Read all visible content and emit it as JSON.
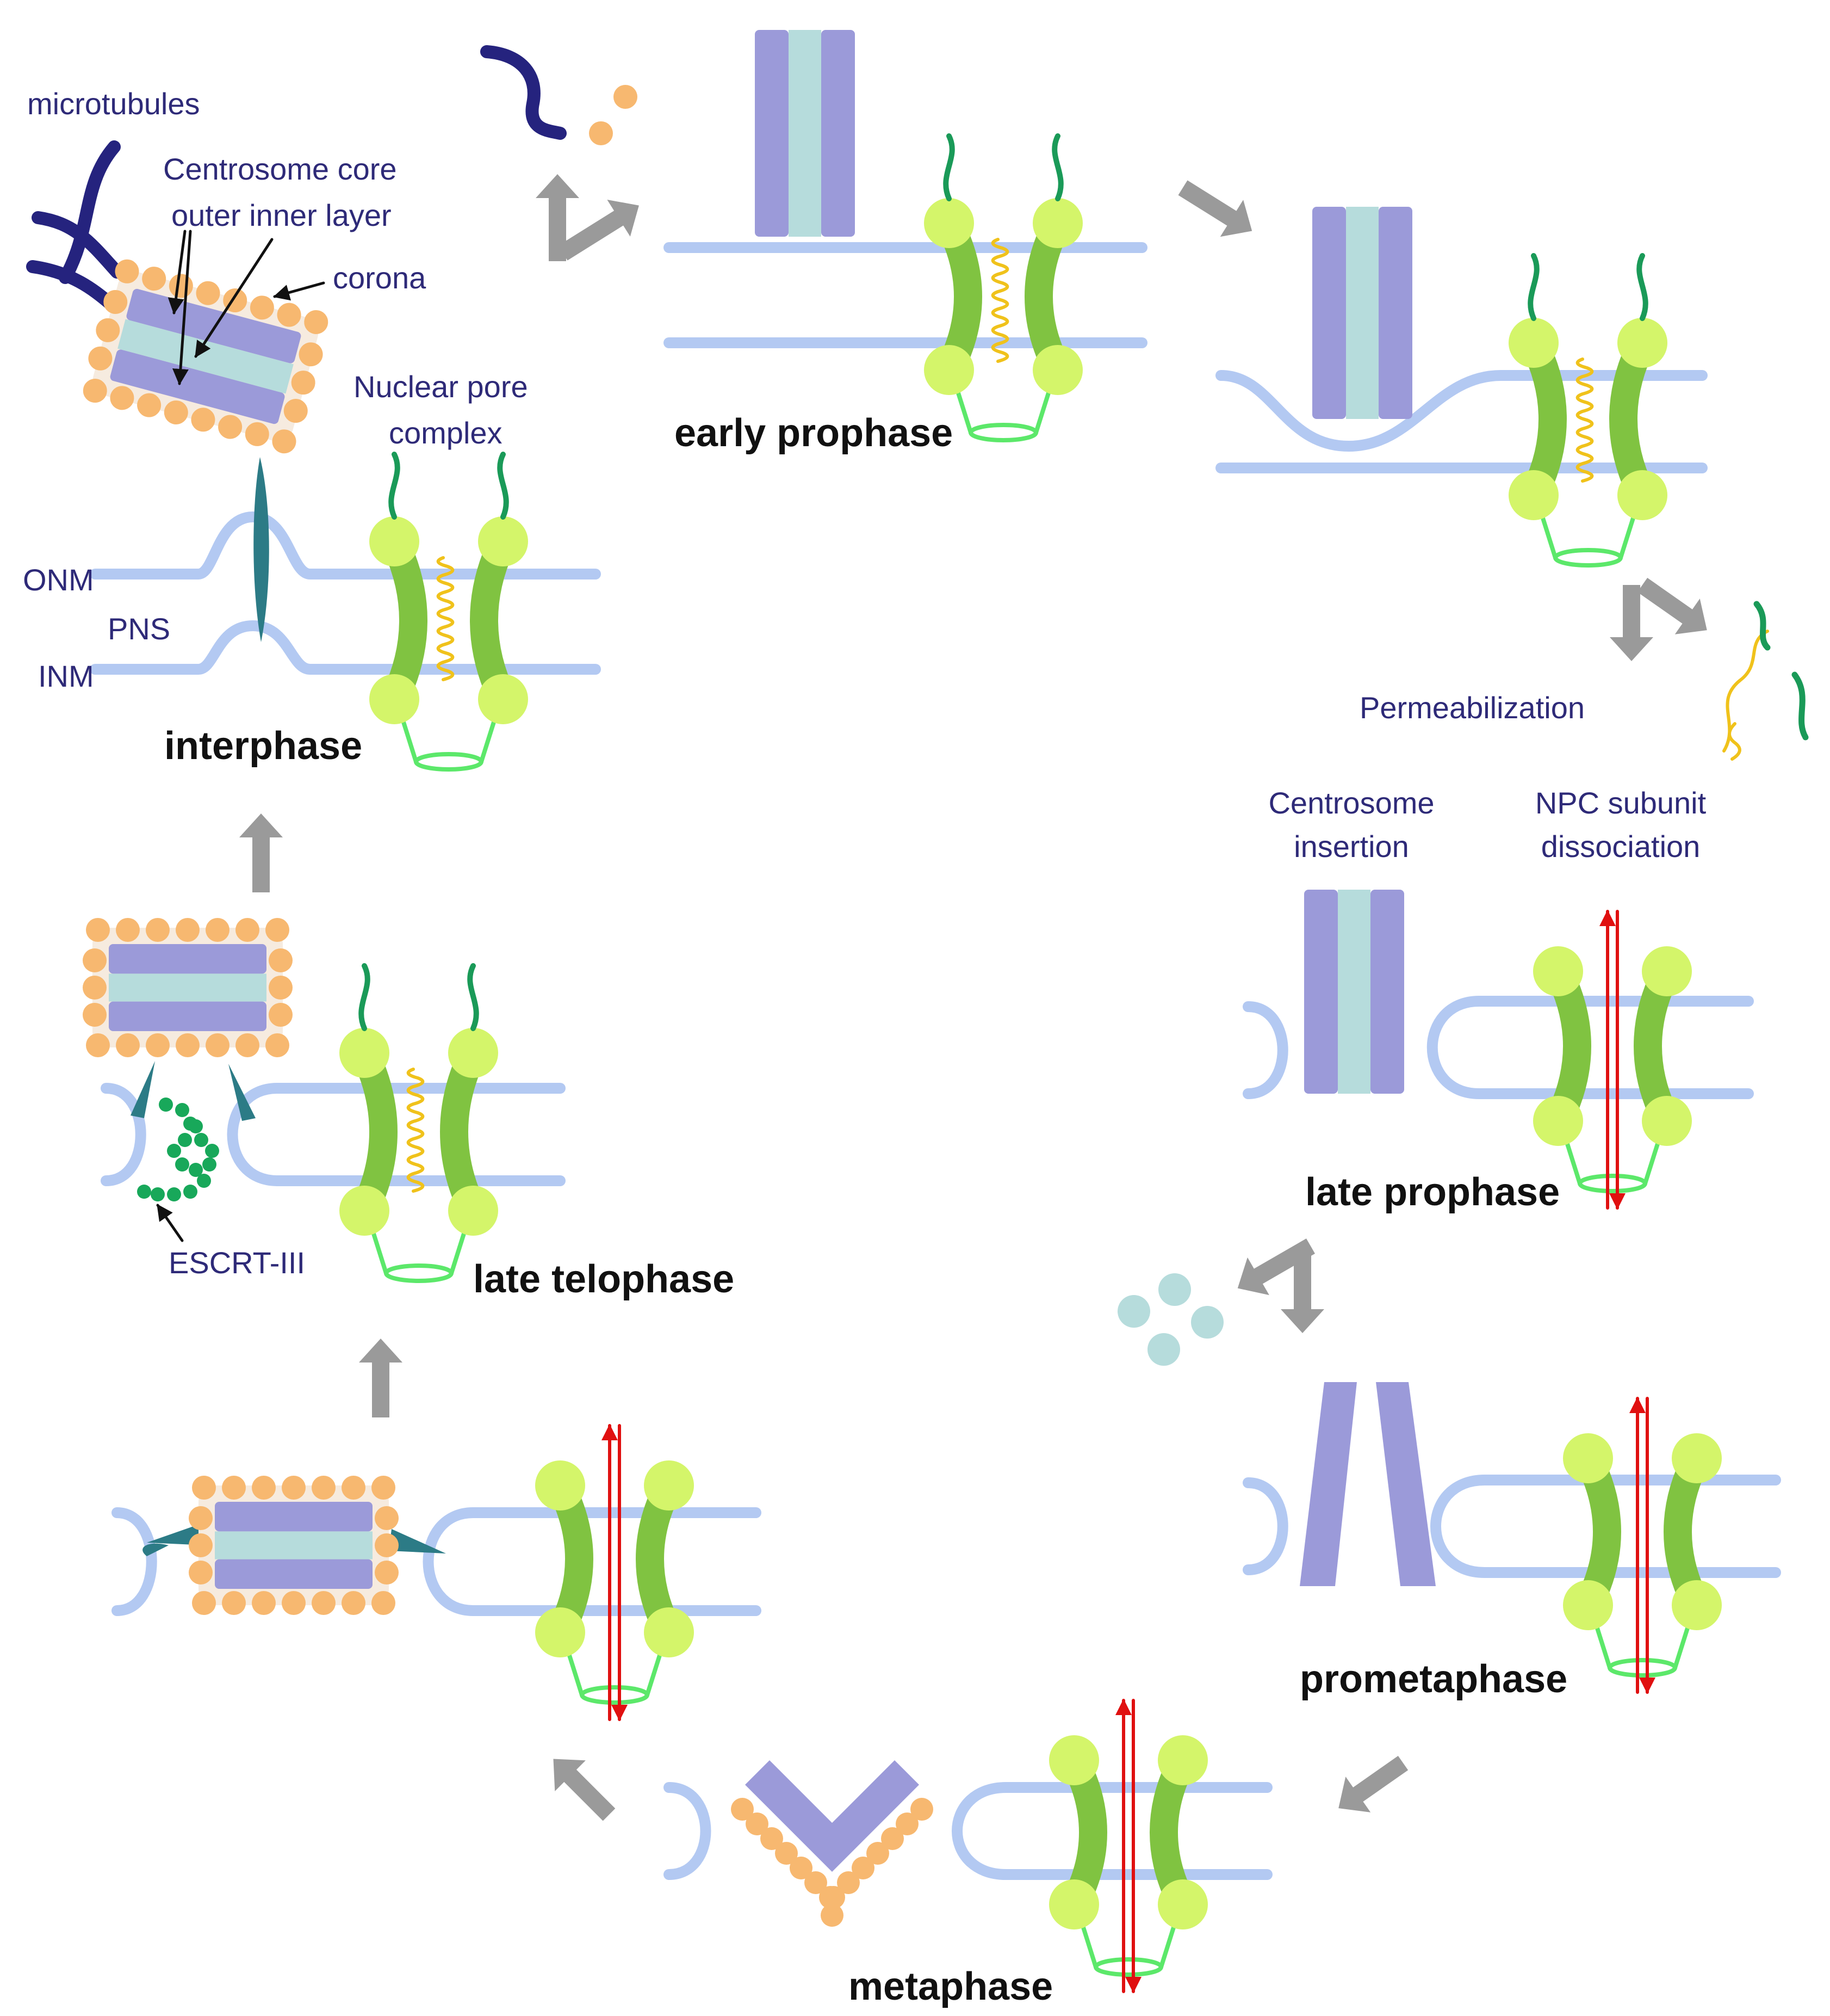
{
  "labels": {
    "microtubules": "microtubules",
    "centrosome_core_1": "Centrosome core",
    "centrosome_core_2": "outer inner layer",
    "corona": "corona",
    "npc_1": "Nuclear pore",
    "npc_2": "complex",
    "onm": "ONM",
    "pns": "PNS",
    "inm": "INM",
    "permeabilization": "Permeabilization",
    "centrosome_insertion_1": "Centrosome",
    "centrosome_insertion_2": "insertion",
    "npc_subunit_1": "NPC subunit",
    "npc_subunit_2": "dissociation",
    "escrt": "ESCRT-III"
  },
  "stages": {
    "interphase": "interphase",
    "early_prophase": "early prophase",
    "late_prophase": "late prophase",
    "prometaphase": "prometaphase",
    "metaphase": "metaphase",
    "late_telophase": "late telophase"
  },
  "colors": {
    "membrane": "#b3c9f2",
    "centrosome_outer": "#9b9ad9",
    "centrosome_inner": "#b6dcdc",
    "corona": "#f7b870",
    "npc_body": "#80c341",
    "npc_knob": "#d4f56a",
    "npc_ring": "#5ce86a",
    "fg_repeat": "#f0c21b",
    "fiber": "#1a9a58",
    "microtubule": "#25237e",
    "sun_kash": "#2c7b86",
    "escrt": "#18a85a",
    "arrow": "#9a9a9a",
    "red_arrow": "#e01010",
    "label_text": "#2e2a78"
  }
}
